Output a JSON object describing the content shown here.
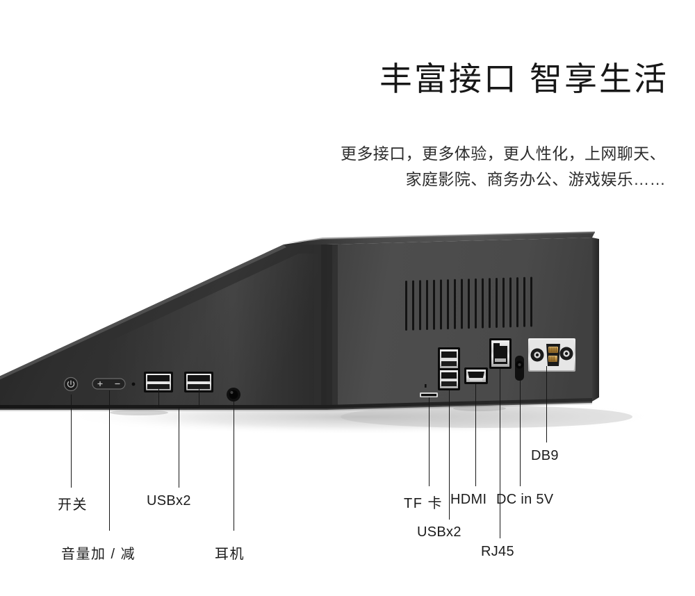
{
  "headline": {
    "title": "丰富接口 智享生活",
    "subtitle_line1": "更多接口，更多体验，更人性化，上网聊天、",
    "subtitle_line2": "家庭影院、商务办公、游戏娱乐……"
  },
  "colors": {
    "background": "#ffffff",
    "title_text": "#171717",
    "subtitle_text": "#2d2d2d",
    "label_text": "#1c1c1c",
    "leader_line": "#161616",
    "chassis_front": "#2b2b2b",
    "chassis_rear": "#4a4a4a",
    "chassis_top": "#3a3a3a",
    "chassis_side": "#343434",
    "port_metal": "#d8d8d8",
    "port_gold": "#c79a4e",
    "shadow": "#c9c9c9"
  },
  "device": {
    "name": "mini-pc-chassis",
    "finish": "matte-black",
    "orientation": "three-quarter-rear-left"
  },
  "callouts": {
    "left": [
      {
        "id": "power",
        "label": "开关",
        "icon": "power-button-icon",
        "cjk": true
      },
      {
        "id": "volume",
        "label": "音量加 / 减",
        "icon": "volume-rocker-icon",
        "cjk": true
      },
      {
        "id": "usb-front",
        "label": "USBx2",
        "icon": "usb-a-port-icon",
        "cjk": false
      },
      {
        "id": "headphone",
        "label": "耳机",
        "icon": "headphone-jack-icon",
        "cjk": true
      }
    ],
    "right": [
      {
        "id": "tf-card",
        "label": "TF 卡",
        "icon": "tf-card-slot-icon",
        "cjk": true
      },
      {
        "id": "usb-rear",
        "label": "USBx2",
        "icon": "usb-a-stacked-port-icon",
        "cjk": false
      },
      {
        "id": "hdmi",
        "label": "HDMI",
        "icon": "hdmi-port-icon",
        "cjk": false
      },
      {
        "id": "rj45",
        "label": "RJ45",
        "icon": "rj45-port-icon",
        "cjk": false
      },
      {
        "id": "dc-in",
        "label": "DC in 5V",
        "icon": "dc-power-jack-icon",
        "cjk": false
      },
      {
        "id": "db9",
        "label": "DB9",
        "icon": "db9-serial-port-icon",
        "cjk": false
      }
    ]
  }
}
